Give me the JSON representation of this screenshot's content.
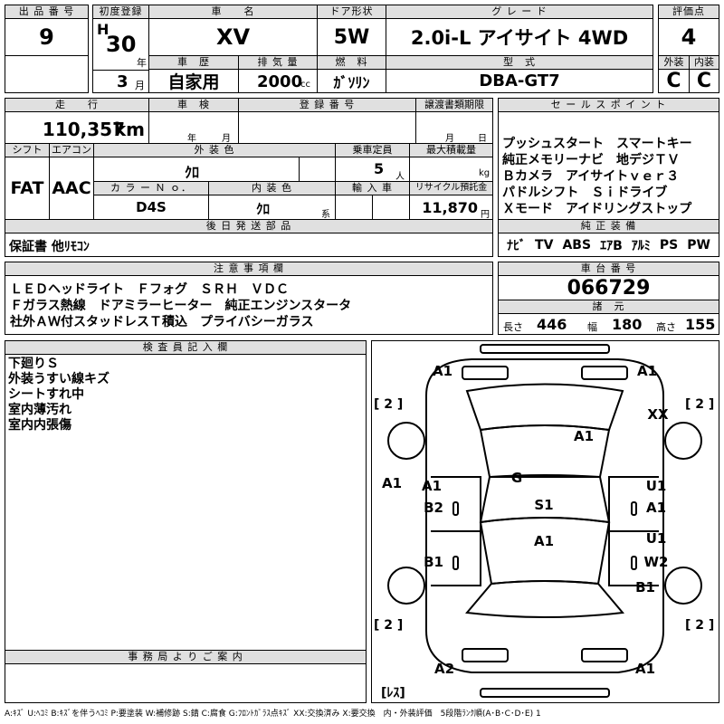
{
  "labels": {
    "lot_no": "出 品 番 号",
    "first_reg": "初度登録",
    "model": "車　　名",
    "doors": "ドア形状",
    "grade": "グ レ ー ド",
    "score": "評価点",
    "history": "車　歴",
    "displacement": "排 気 量",
    "fuel": "燃　料",
    "type": "型　式",
    "exterior": "外装",
    "interior": "内装",
    "mileage": "走　　行",
    "inspection": "車　検",
    "reg_no": "登 録 番 号",
    "transfer": "譲渡書類期限",
    "sales_points": "セ ー ル ス ポ イ ン ト",
    "shift": "シフト",
    "aircon": "エアコン",
    "ext_color": "外 装 色",
    "capacity": "乗車定員",
    "max_load": "最大積載量",
    "color_no": "カ ラ ー Ｎ ｏ．",
    "int_color": "内 装 色",
    "import": "輸 入 車",
    "recycle": "リサイクル預託金",
    "std_equip": "純 正 装 備",
    "later_parts": "後 日 発 送 部 品",
    "notes": "注 意 事 項 欄",
    "chassis_no": "車 台 番 号",
    "specs": "諸　元",
    "inspector": "検 査 員 記 入 欄",
    "office": "事 務 局 よ り ご 案 内",
    "year_unit": "年",
    "month_unit": "月",
    "km_unit": "km",
    "cc_unit": "cc",
    "person_unit": "人",
    "kg_unit": "kg",
    "yen_unit": "円",
    "kei_unit": "系",
    "year_mark": "年",
    "month_mark": "月",
    "day_mark": "日",
    "length": "長さ",
    "width": "幅",
    "height": "高さ"
  },
  "values": {
    "lot_no": "9",
    "era": "H",
    "year": "30",
    "month": "3",
    "model": "XV",
    "doors": "5W",
    "grade": "2.0i-L アイサイト 4WD",
    "score": "4",
    "history": "自家用",
    "displacement": "2000",
    "fuel": "ｶﾞｿﾘﾝ",
    "type": "DBA-GT7",
    "exterior_grade": "C",
    "interior_grade": "C",
    "mileage": "110,357",
    "shift": "FAT",
    "aircon": "AAC",
    "ext_color": "ｸﾛ",
    "capacity": "5",
    "color_no": "D4S",
    "int_color": "ｸﾛ",
    "recycle": "11,870",
    "chassis_no": "066729",
    "length": "446",
    "width": "180",
    "height": "155",
    "later_parts": "保証書 他ﾘﾓｺﾝ"
  },
  "sales_points": [
    "プッシュスタート　スマートキー",
    "純正メモリーナビ　地デジＴＶ",
    "Ｂカメラ　アイサイトｖｅｒ３",
    "パドルシフト　Ｓｉドライブ",
    "Ｘモード　アイドリングストップ"
  ],
  "std_equipment": [
    "ﾅﾋﾞ",
    "TV",
    "ABS",
    "ｴｱB",
    "ｱﾙﾐ",
    "PS",
    "PW"
  ],
  "notes": [
    "ＬＥＤヘッドライト　Ｆフォグ　ＳＲＨ　ＶＤＣ",
    "Ｆガラス熱線　ドアミラーヒーター　純正エンジンスタータ",
    "社外ＡＷ付スタッドレスＴ積込　プライバシーガラス"
  ],
  "inspector_notes": [
    "下廻りＳ",
    "外装うすい線キズ",
    "シートすれ中",
    "室内薄汚れ",
    "室内内張傷"
  ],
  "diagram": {
    "brackets": [
      "[ 2 ]",
      "[ 2 ]",
      "[ 2 ]",
      "[ 2 ]",
      "[ﾚｽ]"
    ],
    "marks": [
      "A1",
      "A1",
      "XX",
      "A1",
      "G",
      "A1",
      "A1",
      "U1",
      "B2",
      "S1",
      "A1",
      "U1",
      "A1",
      "B1",
      "W2",
      "B1",
      "A2",
      "A1"
    ]
  },
  "legend": "A:ｷｽﾞ U:ﾍｺﾐ B:ｷｽﾞを伴うﾍｺﾐ P:要塗装 W:補修跡 S:錆 C:腐食 G:ﾌﾛﾝﾄｶﾞﾗｽ点ｷｽﾞ XX:交換済み X:要交換　内・外装評価　5段階ﾗﾝｸ順(A･B･C･D･E) 1"
}
